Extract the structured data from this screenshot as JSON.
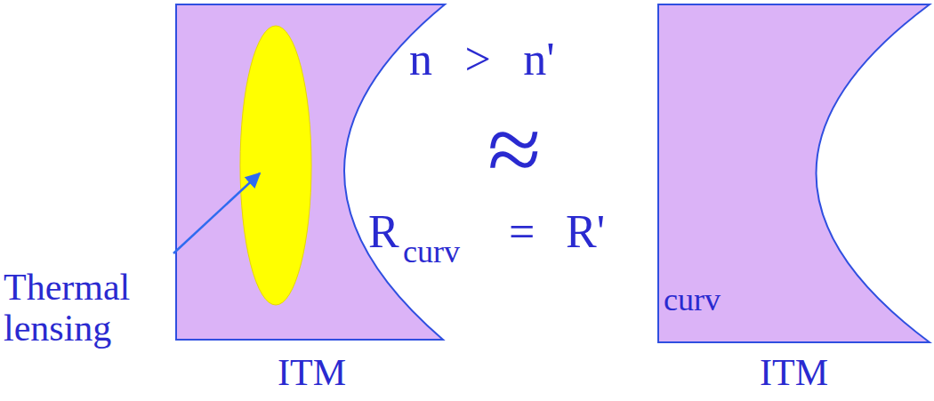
{
  "diagram": {
    "nodes": [
      {
        "text": [
          "ITM"
        ]
      },
      {
        "text": [
          "ITM"
        ]
      }
    ],
    "labels": [
      "Thermal lensing",
      "n > n'",
      "≈",
      "R",
      "curv",
      "=",
      "R'",
      "curv"
    ]
  }
}
